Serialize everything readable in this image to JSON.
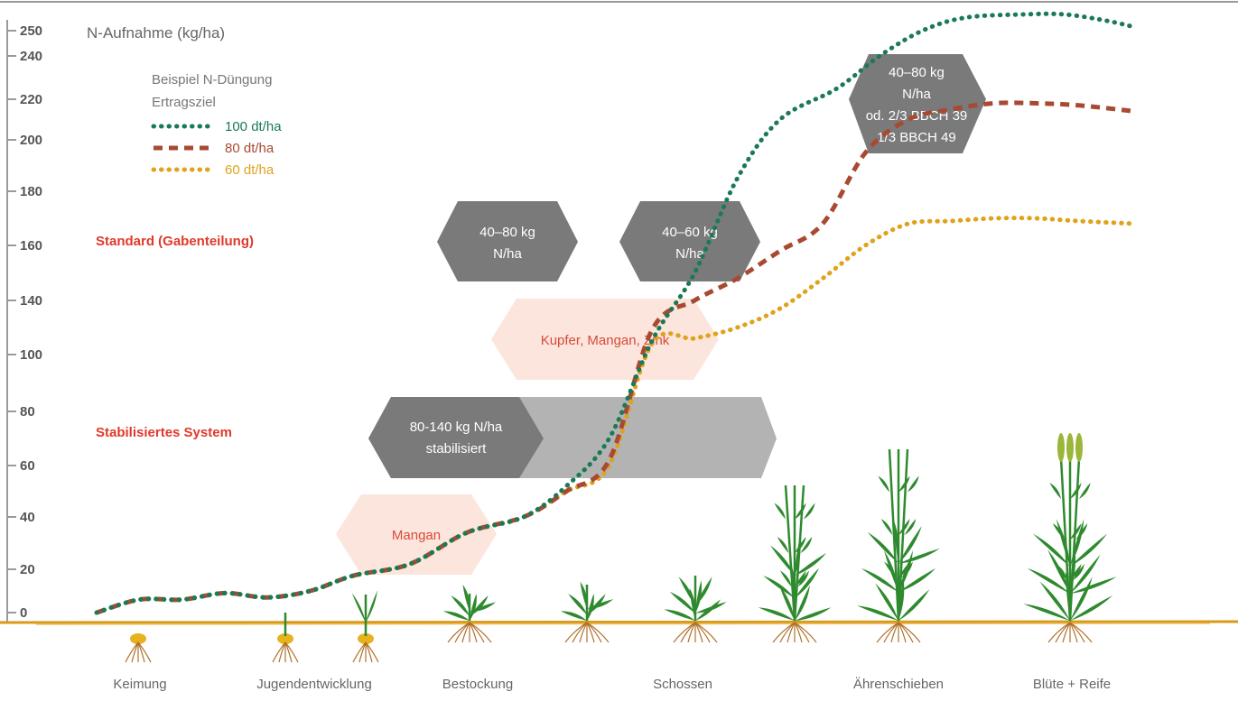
{
  "chart_data": {
    "type": "line",
    "ylabel": "N-Aufnahme (kg/ha)",
    "yticks": [
      0,
      20,
      40,
      60,
      80,
      100,
      140,
      160,
      180,
      200,
      220,
      240,
      250
    ],
    "stages": [
      "Keimung",
      "Jugendentwicklung",
      "Bestockung",
      "Schossen",
      "Ährenschieben",
      "Blüte + Reife"
    ],
    "legend": {
      "title": [
        "Beispiel N-Düngung",
        "Ertragsziel"
      ],
      "position": "top-left"
    },
    "series": [
      {
        "name": "100 dt/ha",
        "color": "#1a7a55",
        "style": "dotted",
        "x": [
          0,
          0.3,
          0.6,
          0.9,
          1.2,
          1.5,
          1.8,
          2.2,
          2.6,
          3.0,
          3.3,
          3.6,
          3.9,
          4.2,
          4.5,
          4.8,
          5.2,
          5.5,
          5.8,
          6.1,
          6.5,
          6.8,
          7.1,
          7.3
        ],
        "y": [
          0,
          6,
          6,
          9,
          7,
          10,
          17,
          22,
          34,
          40,
          52,
          70,
          110,
          150,
          185,
          210,
          225,
          240,
          250,
          254,
          255,
          255,
          253,
          251
        ]
      },
      {
        "name": "80 dt/ha",
        "color": "#a84a32",
        "style": "dashed",
        "x": [
          0,
          0.3,
          0.6,
          0.9,
          1.2,
          1.5,
          1.8,
          2.2,
          2.6,
          3.0,
          3.3,
          3.6,
          3.9,
          4.2,
          4.5,
          4.8,
          5.1,
          5.4,
          5.7,
          6.0,
          6.3,
          6.6,
          6.9,
          7.3
        ],
        "y": [
          0,
          6,
          6,
          9,
          7,
          10,
          17,
          22,
          34,
          40,
          50,
          62,
          118,
          140,
          148,
          158,
          168,
          195,
          210,
          215,
          218,
          218,
          217,
          214
        ]
      },
      {
        "name": "60 dt/ha",
        "color": "#e0a21a",
        "style": "dotted",
        "x": [
          0,
          0.3,
          0.6,
          0.9,
          1.2,
          1.5,
          1.8,
          2.2,
          2.6,
          3.0,
          3.3,
          3.6,
          3.9,
          4.2,
          4.5,
          4.8,
          5.1,
          5.4,
          5.7,
          6.0,
          6.3,
          6.6,
          6.9,
          7.3
        ],
        "y": [
          0,
          6,
          6,
          9,
          7,
          10,
          17,
          22,
          34,
          40,
          50,
          60,
          108,
          112,
          120,
          134,
          148,
          160,
          168,
          169,
          170,
          170,
          169,
          168
        ]
      }
    ],
    "annotations": {
      "standard_label": "Standard (Gabenteilung)",
      "stabilized_label": "Stabilisiertes System",
      "standard_doses": [
        {
          "line1": "40–80 kg",
          "line2": "N/ha"
        },
        {
          "line1": "40–60 kg",
          "line2": "N/ha"
        }
      ],
      "late_dose": [
        "40–80 kg",
        "N/ha",
        "od. 2/3 BBCH 39",
        "1/3 BBCH 49"
      ],
      "trace_elements": [
        "Kupfer, Mangan, Zink",
        "Mangan"
      ],
      "stabilized_dose": [
        "80-140 kg N/ha",
        "stabilisiert"
      ]
    }
  },
  "colors": {
    "hex_dark": "#7a7a7a",
    "hex_light": "#b3b3b4",
    "pink": "#fce5dc",
    "soil": "#e0a21a",
    "plant": "#2f8a2f",
    "seed": "#e6b21e"
  }
}
